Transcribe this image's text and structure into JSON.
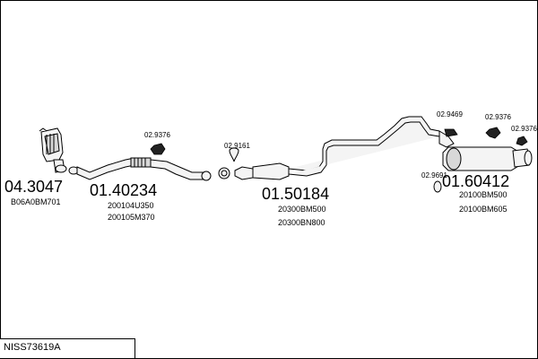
{
  "reference": "NISS73619A",
  "groups": [
    {
      "part_number": "04.3047",
      "codes": [
        "B06A0BM701"
      ]
    },
    {
      "part_number": "01.40234",
      "codes": [
        "200104U350",
        "200105M370"
      ]
    },
    {
      "part_number": "01.50184",
      "codes": [
        "20300BM500",
        "20300BN800"
      ]
    },
    {
      "part_number": "01.60412",
      "codes": [
        "20100BM500",
        "20100BM605"
      ]
    }
  ],
  "accessories": [
    "02.9376",
    "02.9161",
    "02.9469",
    "02.9376",
    "02.9376",
    "02.9691"
  ]
}
